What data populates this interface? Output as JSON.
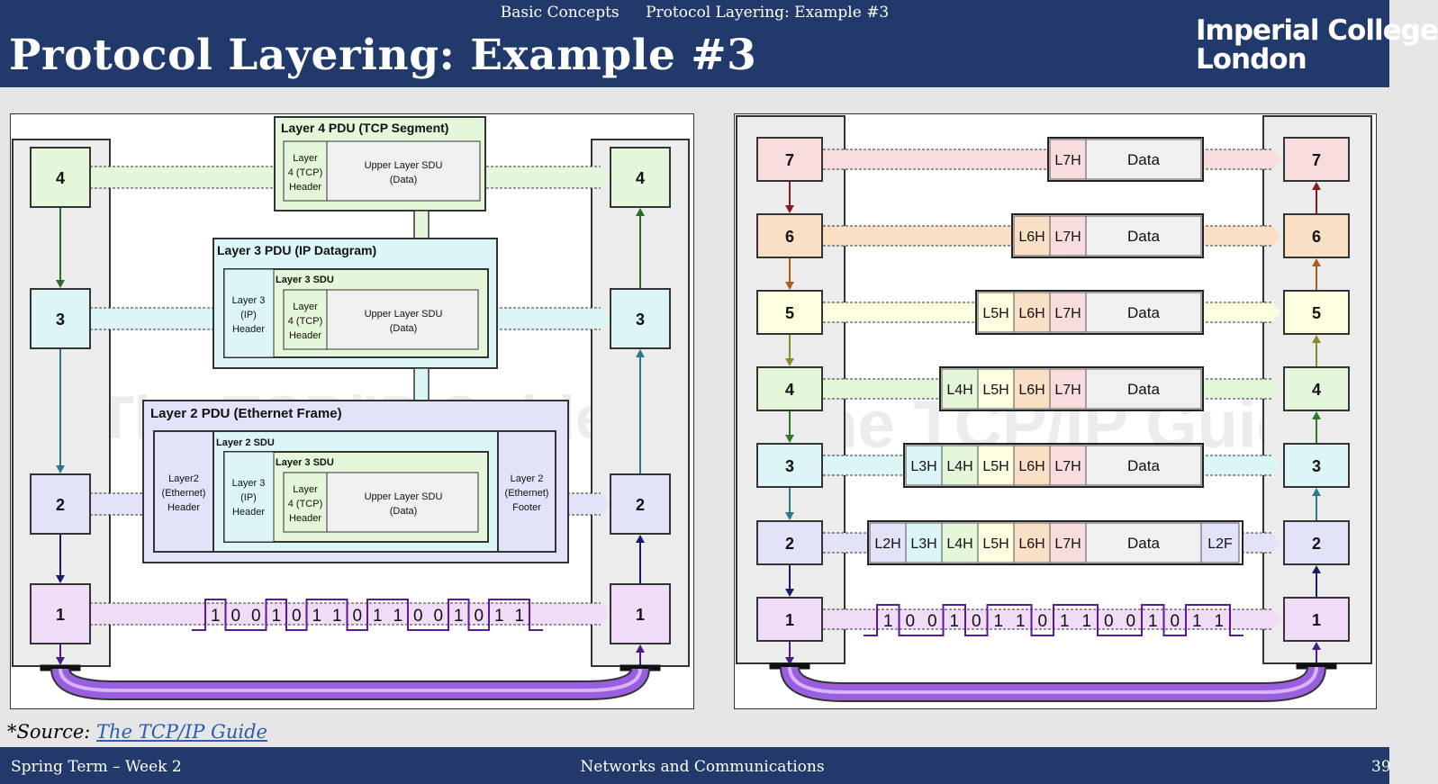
{
  "header": {
    "nav": [
      "Basic Concepts",
      "Protocol Layering: Example #3"
    ],
    "title": "Protocol Layering: Example #3",
    "logo_line1": "Imperial College",
    "logo_line2": "London"
  },
  "left_diagram": {
    "layer_numbers": [
      "4",
      "3",
      "2",
      "1"
    ],
    "pdu4_title": "Layer 4 PDU (TCP Segment)",
    "pdu3_title": "Layer 3 PDU (IP Datagram)",
    "pdu2_title": "Layer 2 PDU (Ethernet Frame)",
    "l4_header": [
      "Layer",
      "4 (TCP)",
      "Header"
    ],
    "l3_header": [
      "Layer 3",
      "(IP)",
      "Header"
    ],
    "l2_header": [
      "Layer2",
      "(Ethernet)",
      "Header"
    ],
    "l2_footer": [
      "Layer 2",
      "(Ethernet)",
      "Footer"
    ],
    "upper_sdu": [
      "Upper Layer SDU",
      "(Data)"
    ],
    "l3_sdu": "Layer 3 SDU",
    "l2_sdu": "Layer 2 SDU",
    "watermark": "The TCP/IP Guide",
    "bits": [
      "1",
      "0",
      "0",
      "1",
      "0",
      "1",
      "1",
      "0",
      "1",
      "1",
      "0",
      "0",
      "1",
      "0",
      "1",
      "1"
    ]
  },
  "right_diagram": {
    "layer_numbers": [
      "7",
      "6",
      "5",
      "4",
      "3",
      "2",
      "1"
    ],
    "rows": [
      [
        "L7H"
      ],
      [
        "L6H",
        "L7H"
      ],
      [
        "L5H",
        "L6H",
        "L7H"
      ],
      [
        "L4H",
        "L5H",
        "L6H",
        "L7H"
      ],
      [
        "L3H",
        "L4H",
        "L5H",
        "L6H",
        "L7H"
      ],
      [
        "L2H",
        "L3H",
        "L4H",
        "L5H",
        "L6H",
        "L7H"
      ]
    ],
    "data_label": "Data",
    "footer_label": "L2F",
    "watermark": "The TCP/IP Guide",
    "bits": [
      "1",
      "0",
      "0",
      "1",
      "0",
      "1",
      "1",
      "0",
      "1",
      "1",
      "0",
      "0",
      "1",
      "0",
      "1",
      "1"
    ]
  },
  "colors": {
    "header_bg": "#213a6b",
    "l7": "#f9dcdc",
    "l6": "#f9dfc4",
    "l5": "#fdfde0",
    "l4": "#e4f7da",
    "l3": "#dcf6f8",
    "l2": "#e2e2f8",
    "l1": "#f0dcf6",
    "cable": "#9a5fe0"
  },
  "source": {
    "prefix": "*Source:",
    "link": "The TCP/IP Guide"
  },
  "footer": {
    "left": "Spring Term – Week 2",
    "center": "Networks and Communications",
    "right": "39"
  }
}
